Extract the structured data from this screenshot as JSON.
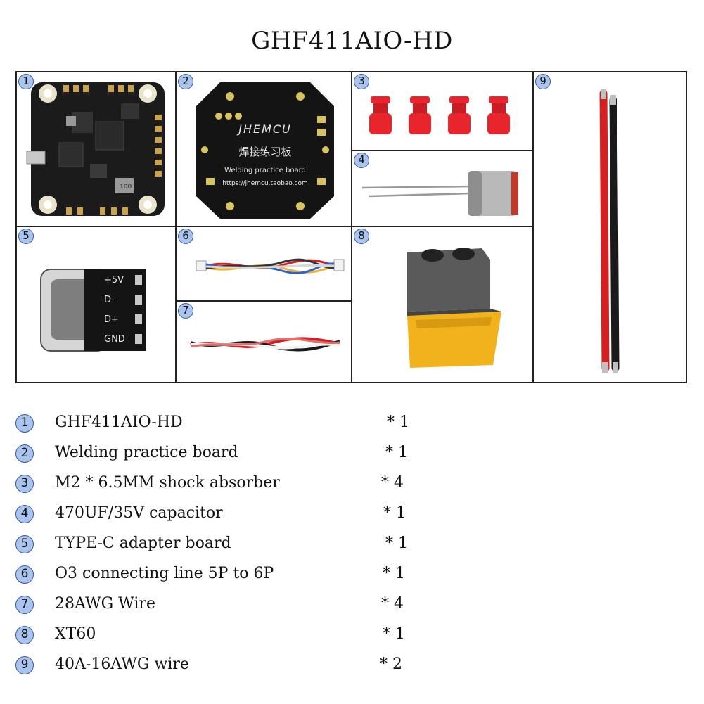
{
  "title": "GHF411AIO-HD",
  "board": {
    "brand": "JHEMCU",
    "cn_title": "焊接练习板",
    "subtitle": "Welding practice board",
    "url": "https://jhemcu.taobao.com"
  },
  "typec": {
    "pins": [
      "+5V",
      "D-",
      "D+",
      "GND"
    ]
  },
  "items": [
    {
      "num": "1",
      "name": "GHF411AIO-HD",
      "qty": "* 1"
    },
    {
      "num": "2",
      "name": "Welding practice board",
      "qty": "* 1"
    },
    {
      "num": "3",
      "name": "M2 * 6.5MM shock absorber",
      "qty": "* 4"
    },
    {
      "num": "4",
      "name": "470UF/35V capacitor",
      "qty": "* 1"
    },
    {
      "num": "5",
      "name": "TYPE-C adapter board",
      "qty": "* 1"
    },
    {
      "num": "6",
      "name": "O3 connecting line 5P to 6P",
      "qty": "* 1"
    },
    {
      "num": "7",
      "name": "28AWG Wire",
      "qty": "* 4"
    },
    {
      "num": "8",
      "name": "XT60",
      "qty": "* 1"
    },
    {
      "num": "9",
      "name": "40A-16AWG wire",
      "qty": "* 2"
    }
  ],
  "colors": {
    "badge_fill": "#a9c4ee",
    "damper_red": "#e8252c",
    "xt60_yellow": "#f2b21c",
    "wire_red": "#d42020"
  }
}
